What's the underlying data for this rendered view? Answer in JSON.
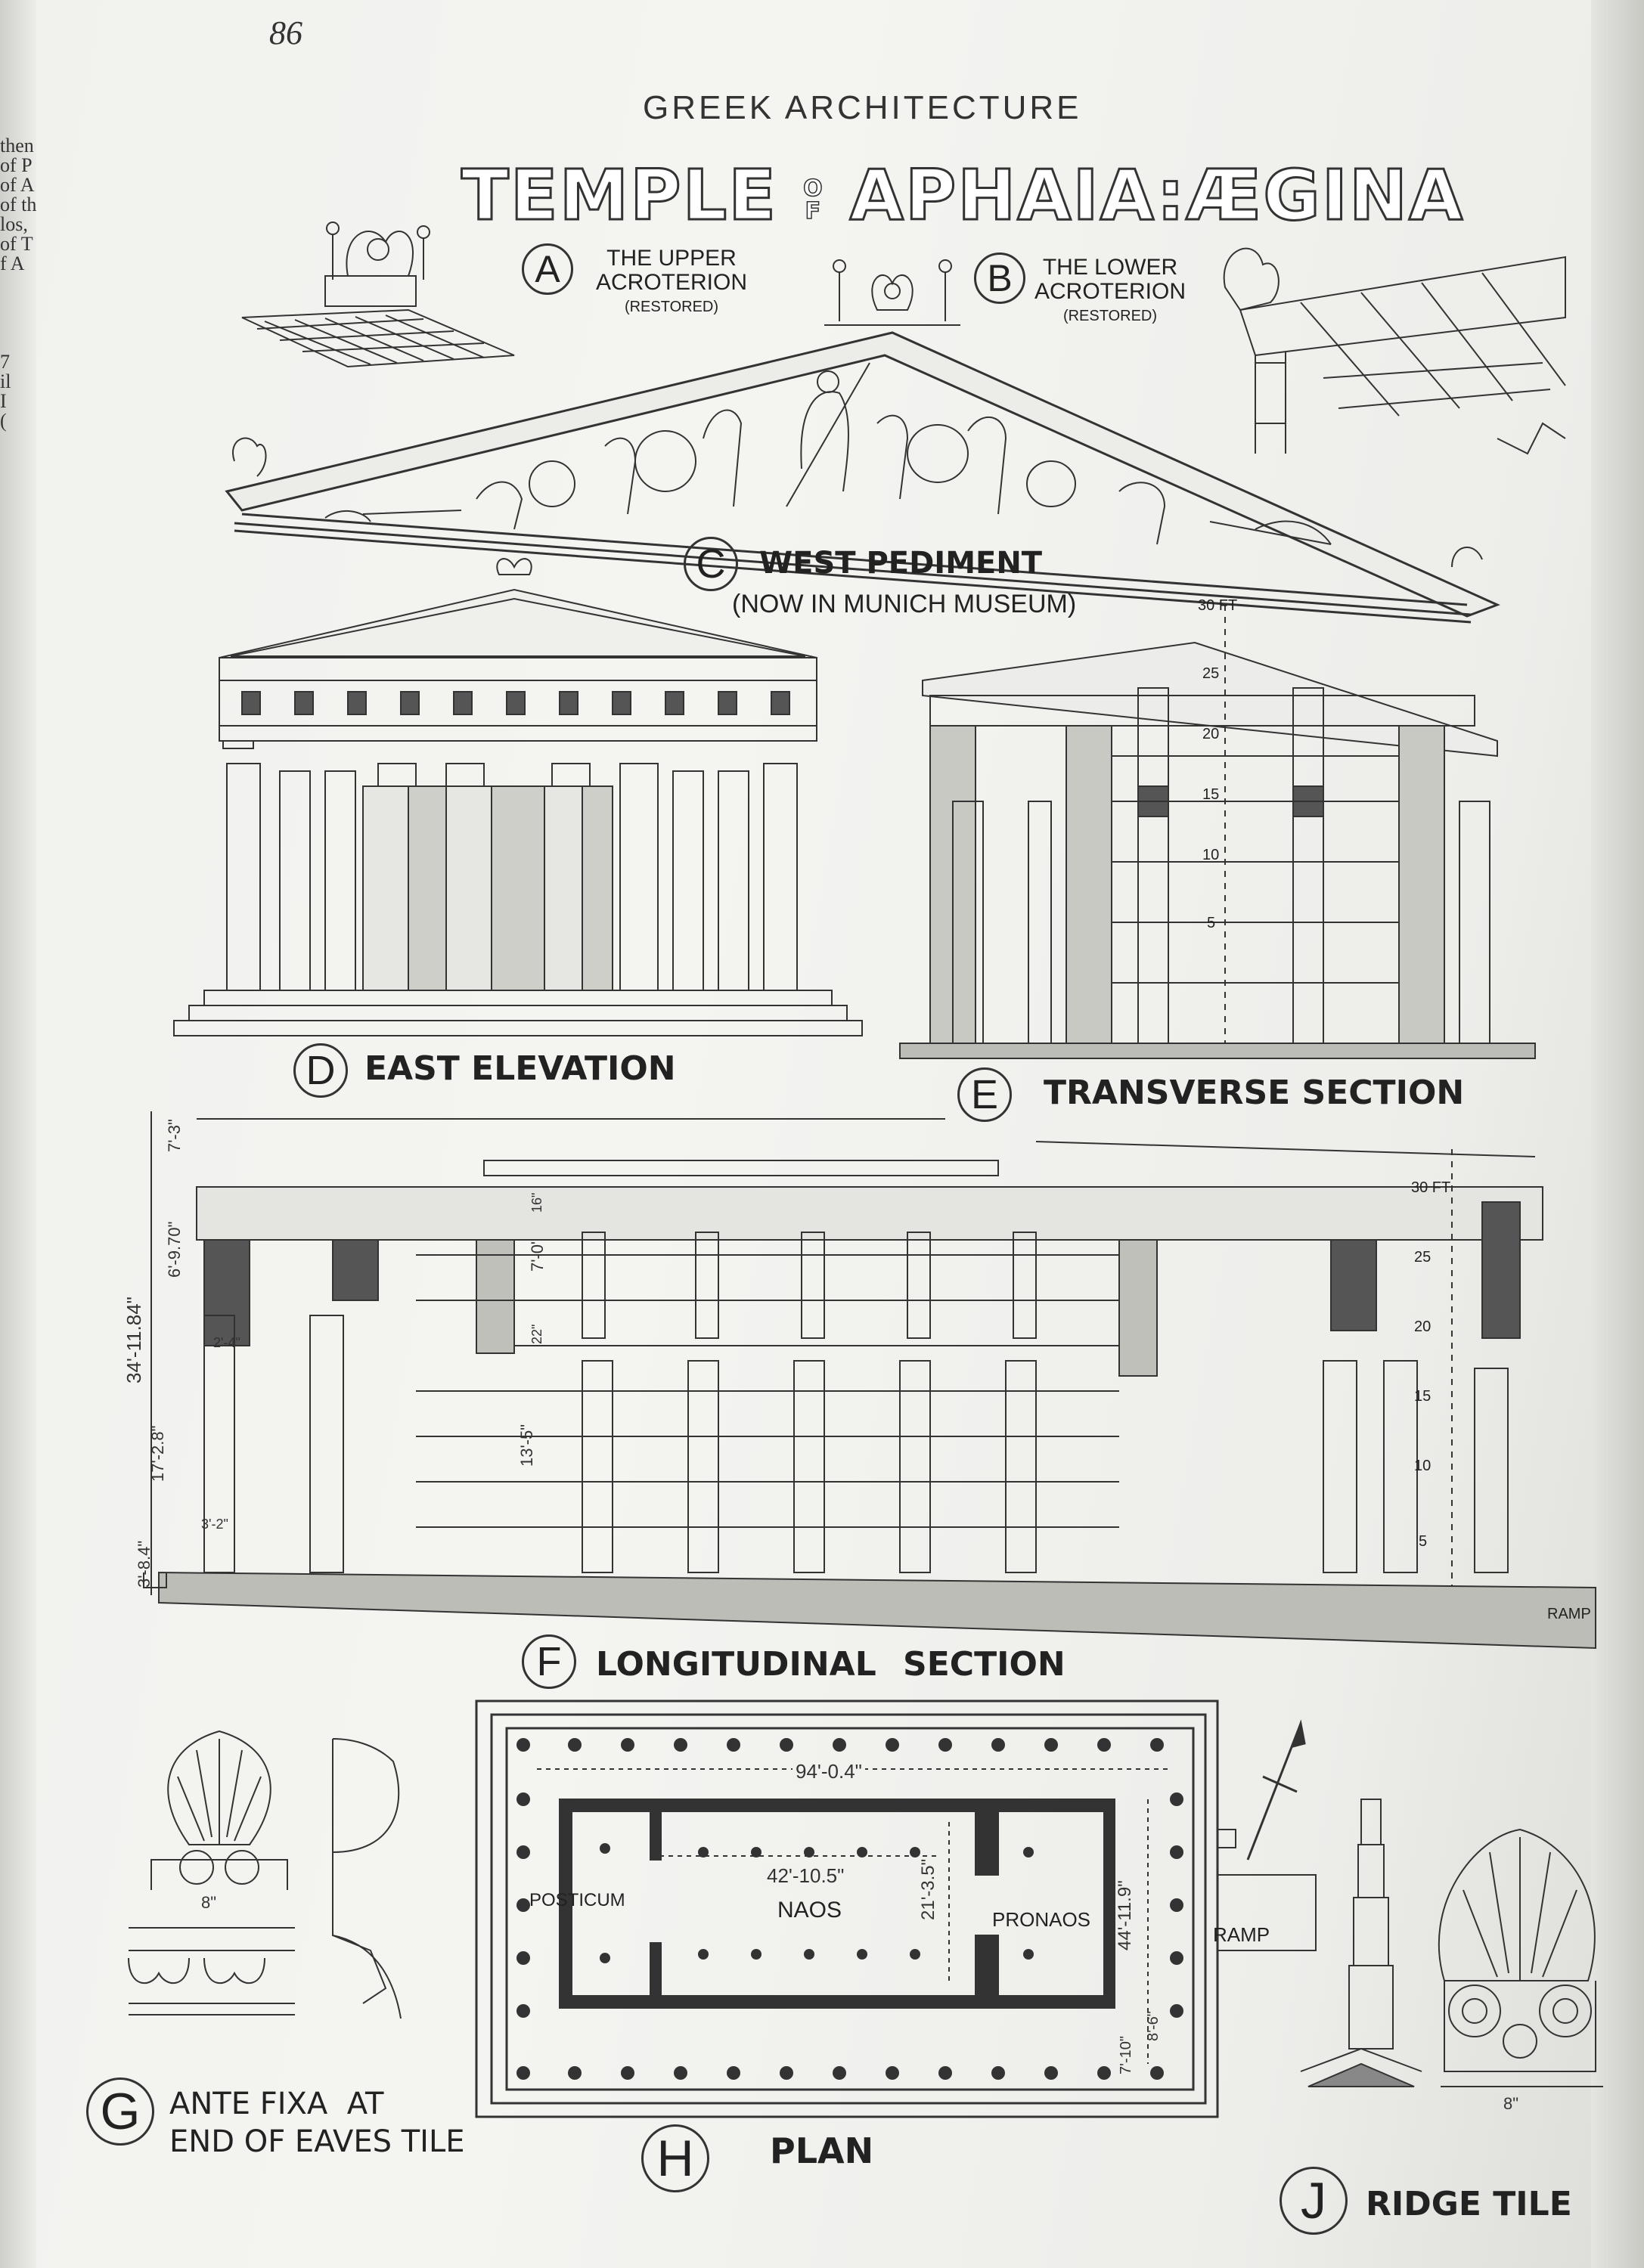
{
  "page_number": "86",
  "running_head": "GREEK ARCHITECTURE",
  "title": {
    "part1": "TEMPLE",
    "connector_top": "O",
    "connector_bottom": "F",
    "part2": "APHAIA:ÆGINA"
  },
  "margin_fragments": [
    "then",
    "of P",
    "of A",
    "of th",
    "los,",
    "of T",
    "f A",
    "",
    "",
    "",
    "",
    "7",
    "il",
    "I",
    "("
  ],
  "panels": {
    "A": {
      "letter": "A",
      "line1": "THE UPPER",
      "line2": "ACROTERION",
      "line3": "(RESTORED)"
    },
    "B": {
      "letter": "B",
      "line1": "THE LOWER",
      "line2": "ACROTERION",
      "line3": "(RESTORED)"
    },
    "C": {
      "letter": "C",
      "line1": "WEST PEDIMENT",
      "line2": "(NOW IN MUNICH MUSEUM)"
    },
    "D": {
      "letter": "D",
      "label": "EAST ELEVATION"
    },
    "E": {
      "letter": "E",
      "label": "TRANSVERSE SECTION"
    },
    "F": {
      "letter": "F",
      "label": "LONGITUDINAL SECTION"
    },
    "G": {
      "letter": "G",
      "line1": "ANTE FIXA  AT",
      "line2": "END OF EAVES TILE"
    },
    "H": {
      "letter": "H",
      "label": "PLAN"
    },
    "J": {
      "letter": "J",
      "label": "RIDGE TILE"
    }
  },
  "scale_marks": {
    "e": [
      "30 FT",
      "25",
      "20",
      "15",
      "10",
      "5"
    ],
    "f": [
      "30 FT",
      "25",
      "20",
      "15",
      "10",
      "5"
    ]
  },
  "dimensions": {
    "f_left": [
      "7'-3\"",
      "6'-9.70\"",
      "34'-11.84\"",
      "17'-2.8\"",
      "3'-8.4\"",
      "2'-4\"",
      "3'-2\""
    ],
    "f_inner": [
      "7'-0\"",
      "13'-5\"",
      "16\"",
      "22\""
    ],
    "plan": [
      "94'-0.4\"",
      "42'-10.5\"",
      "21'-3.5\"",
      "44'-11.9\"",
      "8'-6\"",
      "7'-10\""
    ],
    "antefix": "8\"",
    "ridge": "8\""
  },
  "plan_labels": {
    "posticum": "POSTICUM",
    "naos": "NAOS",
    "pronaos": "PRONAOS",
    "ramp": "RAMP"
  },
  "section_labels": {
    "ramp": "RAMP"
  }
}
